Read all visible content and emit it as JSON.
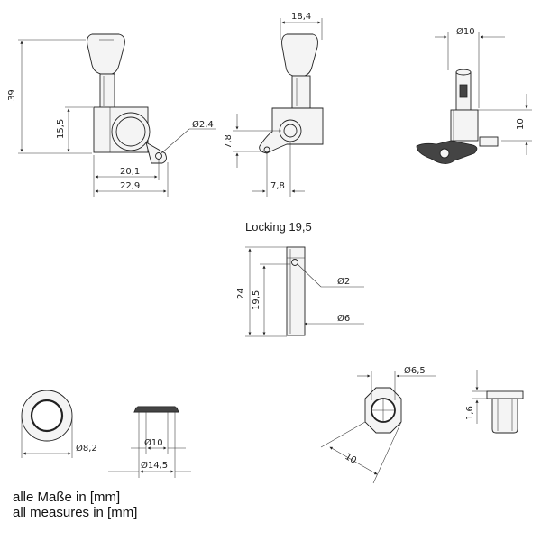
{
  "dimensions": {
    "overall_height": "39",
    "body_height": "15,5",
    "hole_diameter": "2,4",
    "body_length_20": "20,1",
    "body_length_22": "22,9",
    "top_width": "18,4",
    "side_height": "7,8",
    "side_width": "7,8",
    "post_diameter": "10",
    "post_height": "10"
  },
  "locking": {
    "title": "Locking 19,5",
    "length_24": "24",
    "length_195": "19,5",
    "hole_2": "2",
    "diameter_6": "6"
  },
  "washer": {
    "diameter": "8,2"
  },
  "bushing": {
    "inner_diameter": "10",
    "outer_diameter": "14,5"
  },
  "nut": {
    "hex_diameter": "6,5",
    "across_flats": "10",
    "thickness": "1,6"
  },
  "footer": {
    "line_de": "alle Maße in [mm]",
    "line_en": "all measures in [mm]"
  }
}
